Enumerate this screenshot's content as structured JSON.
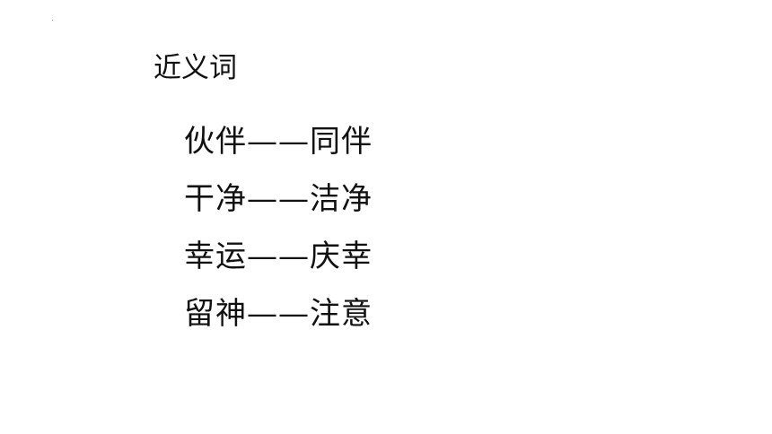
{
  "slide": {
    "title": "近义词",
    "pairs": [
      {
        "left": "伙伴",
        "dash": "——",
        "right": "同伴"
      },
      {
        "left": "干净",
        "dash": "——",
        "right": "洁净"
      },
      {
        "left": "幸运",
        "dash": "——",
        "right": "庆幸"
      },
      {
        "left": "留神",
        "dash": "——",
        "right": "注意"
      }
    ]
  }
}
